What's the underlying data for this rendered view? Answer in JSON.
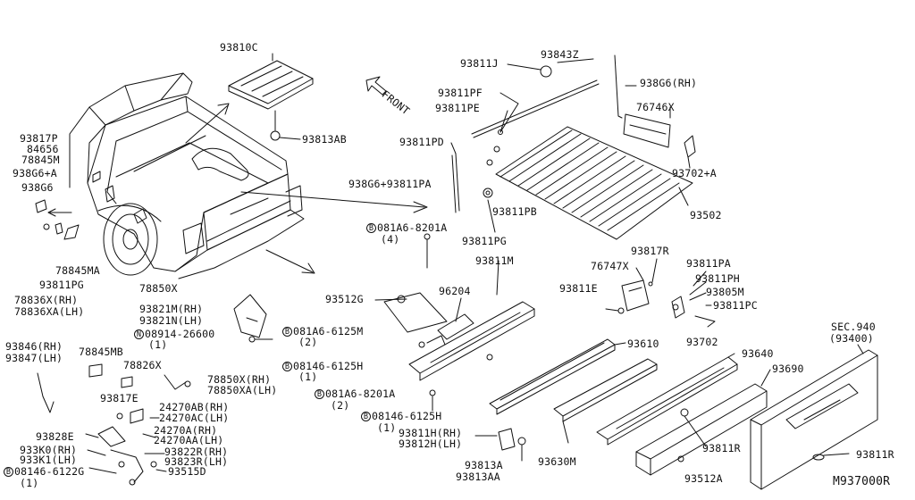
{
  "diagram": {
    "front_label": "FRONT",
    "catalog_code": "M937000R",
    "labels": [
      {
        "id": "l93810c",
        "text": "93810C"
      },
      {
        "id": "l93813ab",
        "text": "93813AB"
      },
      {
        "id": "l93817p",
        "text": "93817P"
      },
      {
        "id": "l84656",
        "text": "84656"
      },
      {
        "id": "l78845m",
        "text": "78845M"
      },
      {
        "id": "l938g6a",
        "text": "938G6+A"
      },
      {
        "id": "l938g6",
        "text": "938G6"
      },
      {
        "id": "l78845ma",
        "text": "78845MA"
      },
      {
        "id": "l93811pg_l",
        "text": "93811PG"
      },
      {
        "id": "l78836x",
        "text": "78836X(RH)"
      },
      {
        "id": "l78836xa",
        "text": "78836XA(LH)"
      },
      {
        "id": "l78850x",
        "text": "78850X"
      },
      {
        "id": "l93811j",
        "text": "93811J"
      },
      {
        "id": "l93843z",
        "text": "93843Z"
      },
      {
        "id": "l938g6rh",
        "text": "938G6(RH)"
      },
      {
        "id": "l93811pf",
        "text": "93811PF"
      },
      {
        "id": "l93811pe",
        "text": "93811PE"
      },
      {
        "id": "l76746x",
        "text": "76746X"
      },
      {
        "id": "l93811pd",
        "text": "93811PD"
      },
      {
        "id": "l93702a",
        "text": "93702+A"
      },
      {
        "id": "l938g6pa",
        "text": "938G6+93811PA"
      },
      {
        "id": "l93811pb",
        "text": "93811PB"
      },
      {
        "id": "l93502",
        "text": "93502"
      },
      {
        "id": "l081a68201a_top",
        "prefix": "B",
        "text": "081A6-8201A"
      },
      {
        "id": "l4",
        "text": "(4)"
      },
      {
        "id": "l93811pg_m",
        "text": "93811PG"
      },
      {
        "id": "l93811m",
        "text": "93811M"
      },
      {
        "id": "l76747x",
        "text": "76747X"
      },
      {
        "id": "l93817r",
        "text": "93817R"
      },
      {
        "id": "l93811pa",
        "text": "93811PA"
      },
      {
        "id": "l93811e",
        "text": "93811E"
      },
      {
        "id": "l93811ph",
        "text": "93811PH"
      },
      {
        "id": "l93805m",
        "text": "93805M"
      },
      {
        "id": "l93811pc",
        "text": "93811PC"
      },
      {
        "id": "l93512g",
        "text": "93512G"
      },
      {
        "id": "l96204",
        "text": "96204"
      },
      {
        "id": "l93821m",
        "text": "93821M(RH)"
      },
      {
        "id": "l93821n",
        "text": "93821N(LH)"
      },
      {
        "id": "l08914",
        "prefix": "N",
        "text": "08914-26600"
      },
      {
        "id": "l1a",
        "text": "(1)"
      },
      {
        "id": "l081a66125m",
        "prefix": "B",
        "text": "081A6-6125M"
      },
      {
        "id": "l2a",
        "text": "(2)"
      },
      {
        "id": "l93702",
        "text": "93702"
      },
      {
        "id": "l93610",
        "text": "93610"
      },
      {
        "id": "l93846",
        "text": "93846(RH)"
      },
      {
        "id": "l93847",
        "text": "93847(LH)"
      },
      {
        "id": "l78845mb",
        "text": "78845MB"
      },
      {
        "id": "l78826x",
        "text": "78826X"
      },
      {
        "id": "l08146h_a",
        "prefix": "B",
        "text": "08146-6125H"
      },
      {
        "id": "l1b",
        "text": "(1)"
      },
      {
        "id": "l93640",
        "text": "93640"
      },
      {
        "id": "l93690",
        "text": "93690"
      },
      {
        "id": "lsec940",
        "text": "SEC.940"
      },
      {
        "id": "l93400",
        "text": "(93400)"
      },
      {
        "id": "l78850x2",
        "text": "78850X(RH)"
      },
      {
        "id": "l78850xa",
        "text": "78850XA(LH)"
      },
      {
        "id": "l081a68201a_b",
        "prefix": "B",
        "text": "081A6-8201A"
      },
      {
        "id": "l2b",
        "text": "(2)"
      },
      {
        "id": "l93817e",
        "text": "93817E"
      },
      {
        "id": "l24270ab",
        "text": "24270AB(RH)"
      },
      {
        "id": "l24270ac",
        "text": "24270AC(LH)"
      },
      {
        "id": "l08146h_b",
        "prefix": "B",
        "text": "08146-6125H"
      },
      {
        "id": "l1c",
        "text": "(1)"
      },
      {
        "id": "l24270a",
        "text": "24270A(RH)"
      },
      {
        "id": "l24270aa",
        "text": "24270AA(LH)"
      },
      {
        "id": "l93828e",
        "text": "93828E"
      },
      {
        "id": "l933k0",
        "text": "933K0(RH)"
      },
      {
        "id": "l933k1",
        "text": "933K1(LH)"
      },
      {
        "id": "l93822r",
        "text": "93822R(RH)"
      },
      {
        "id": "l93823r",
        "text": "93823R(LH)"
      },
      {
        "id": "l08146g",
        "prefix": "B",
        "text": "08146-6122G"
      },
      {
        "id": "l1d",
        "text": "(1)"
      },
      {
        "id": "l93515d",
        "text": "93515D"
      },
      {
        "id": "l93811h",
        "text": "93811H(RH)"
      },
      {
        "id": "l93812h",
        "text": "93812H(LH)"
      },
      {
        "id": "l93813a",
        "text": "93813A"
      },
      {
        "id": "l93813aa",
        "text": "93813AA"
      },
      {
        "id": "l93630m",
        "text": "93630M"
      },
      {
        "id": "l93811r_a",
        "text": "93811R"
      },
      {
        "id": "l93512a",
        "text": "93512A"
      },
      {
        "id": "l93811r_b",
        "text": "93811R"
      }
    ]
  }
}
